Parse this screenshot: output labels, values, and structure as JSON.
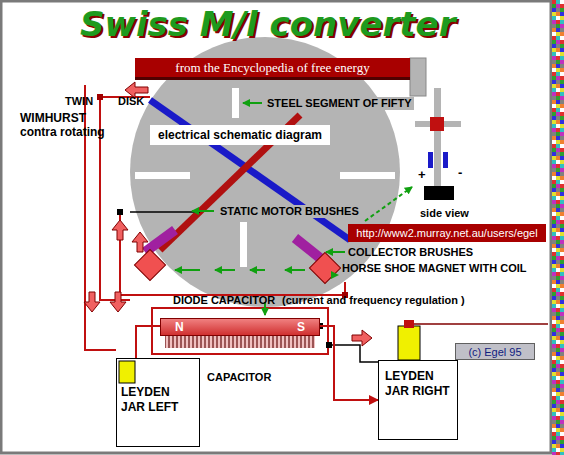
{
  "diagram": {
    "title": "Swiss M/l converter",
    "nodes": [
      {
        "text": [
          "from the Encyclopedia of free energy"
        ]
      },
      {
        "text": [
          "electrical schematic diagram"
        ]
      },
      {
        "text": [
          "http://www2.murray.net.au/users/egel"
        ]
      },
      {
        "text": [
          "N",
          "S"
        ]
      },
      {
        "text": [
          "LEYDEN JAR LEFT"
        ]
      },
      {
        "text": [
          "LEYDEN JAR RIGHT"
        ]
      },
      {
        "text": [
          "(c) Egel 95"
        ]
      }
    ],
    "edges": [
      {
        "from": 3,
        "to": 5,
        "arrow": "to"
      },
      {
        "from": 4,
        "to": 3,
        "arrow": "none"
      }
    ],
    "labels": [
      "TWIN",
      "DISK",
      "WIMHURST",
      "contra rotating",
      "STEEL SEGMENT OF FIFTY",
      "STATIC MOTOR BRUSHES",
      "side view",
      "+",
      "-",
      "COLLECTOR BRUSHES",
      "HORSE SHOE MAGNET WITH COIL",
      "DIODE CAPACITOR",
      "(current and frequency regulation )",
      "CAPACITOR"
    ]
  }
}
